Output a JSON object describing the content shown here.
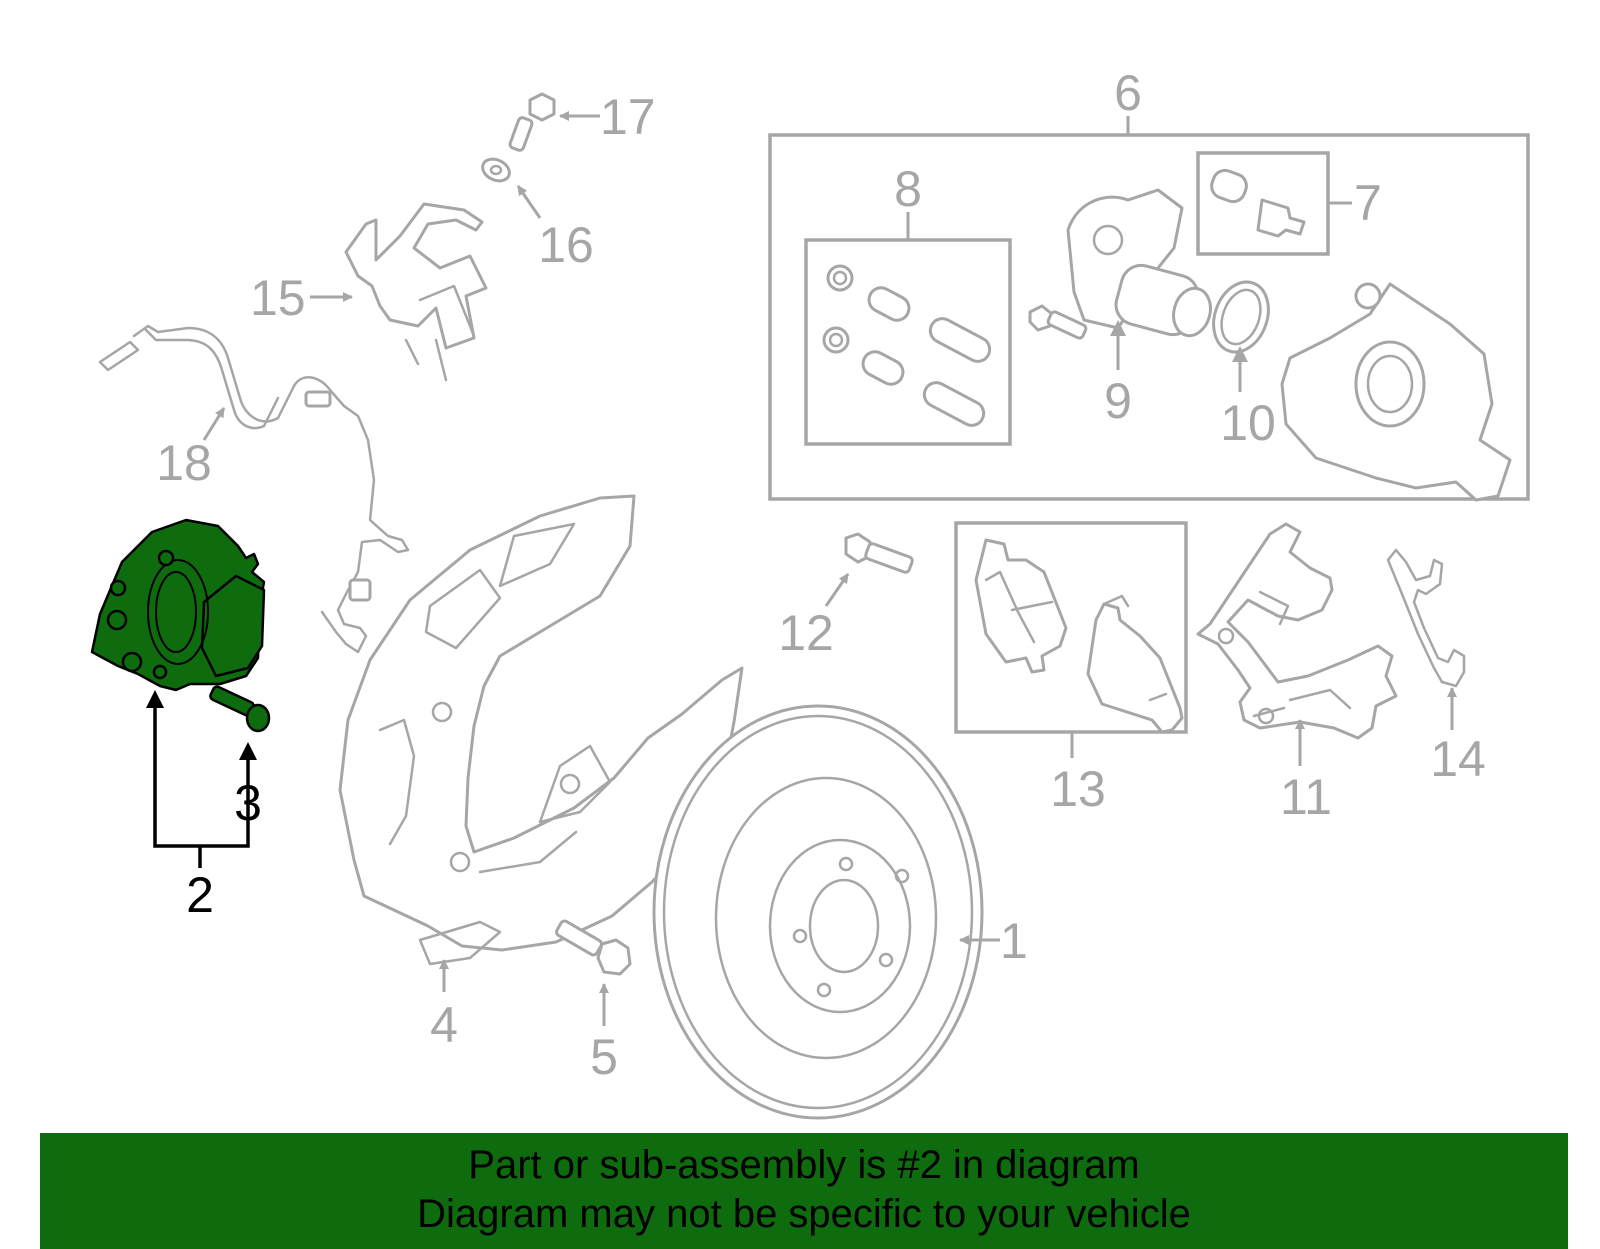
{
  "callouts": {
    "c1": "1",
    "c2": "2",
    "c3": "3",
    "c4": "4",
    "c5": "5",
    "c6": "6",
    "c7": "7",
    "c8": "8",
    "c9": "9",
    "c10": "10",
    "c11": "11",
    "c12": "12",
    "c13": "13",
    "c14": "14",
    "c15": "15",
    "c16": "16",
    "c17": "17",
    "c18": "18"
  },
  "highlight_color": "#0e6b0e",
  "banner": {
    "line1": "Part or sub-assembly is #2 in diagram",
    "line2": "Diagram may not be specific to your vehicle"
  }
}
